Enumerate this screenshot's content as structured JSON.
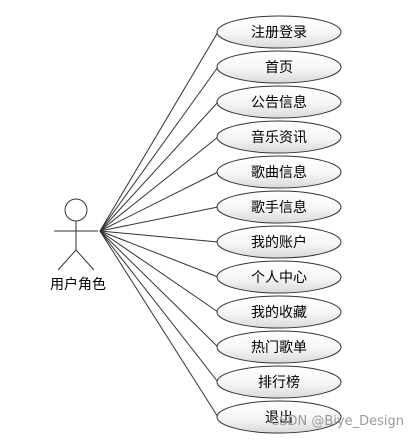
{
  "actor": {
    "label": "用户角色"
  },
  "use_cases": [
    {
      "id": "register-login",
      "label": "注册登录"
    },
    {
      "id": "home",
      "label": "首页"
    },
    {
      "id": "announcement",
      "label": "公告信息"
    },
    {
      "id": "music-news",
      "label": "音乐资讯"
    },
    {
      "id": "song-info",
      "label": "歌曲信息"
    },
    {
      "id": "singer-info",
      "label": "歌手信息"
    },
    {
      "id": "my-account",
      "label": "我的账户"
    },
    {
      "id": "personal-center",
      "label": "个人中心"
    },
    {
      "id": "my-favorites",
      "label": "我的收藏"
    },
    {
      "id": "hot-playlists",
      "label": "热门歌单"
    },
    {
      "id": "ranking",
      "label": "排行榜"
    },
    {
      "id": "logout",
      "label": "退出"
    }
  ],
  "watermark": {
    "text": "CSDN @Biye_Design"
  },
  "colors": {
    "stroke": "#333333",
    "ellipse_fill_top": "#ffffff",
    "ellipse_fill_bottom": "#dcdcdc",
    "watermark": "#9a9a9a"
  }
}
